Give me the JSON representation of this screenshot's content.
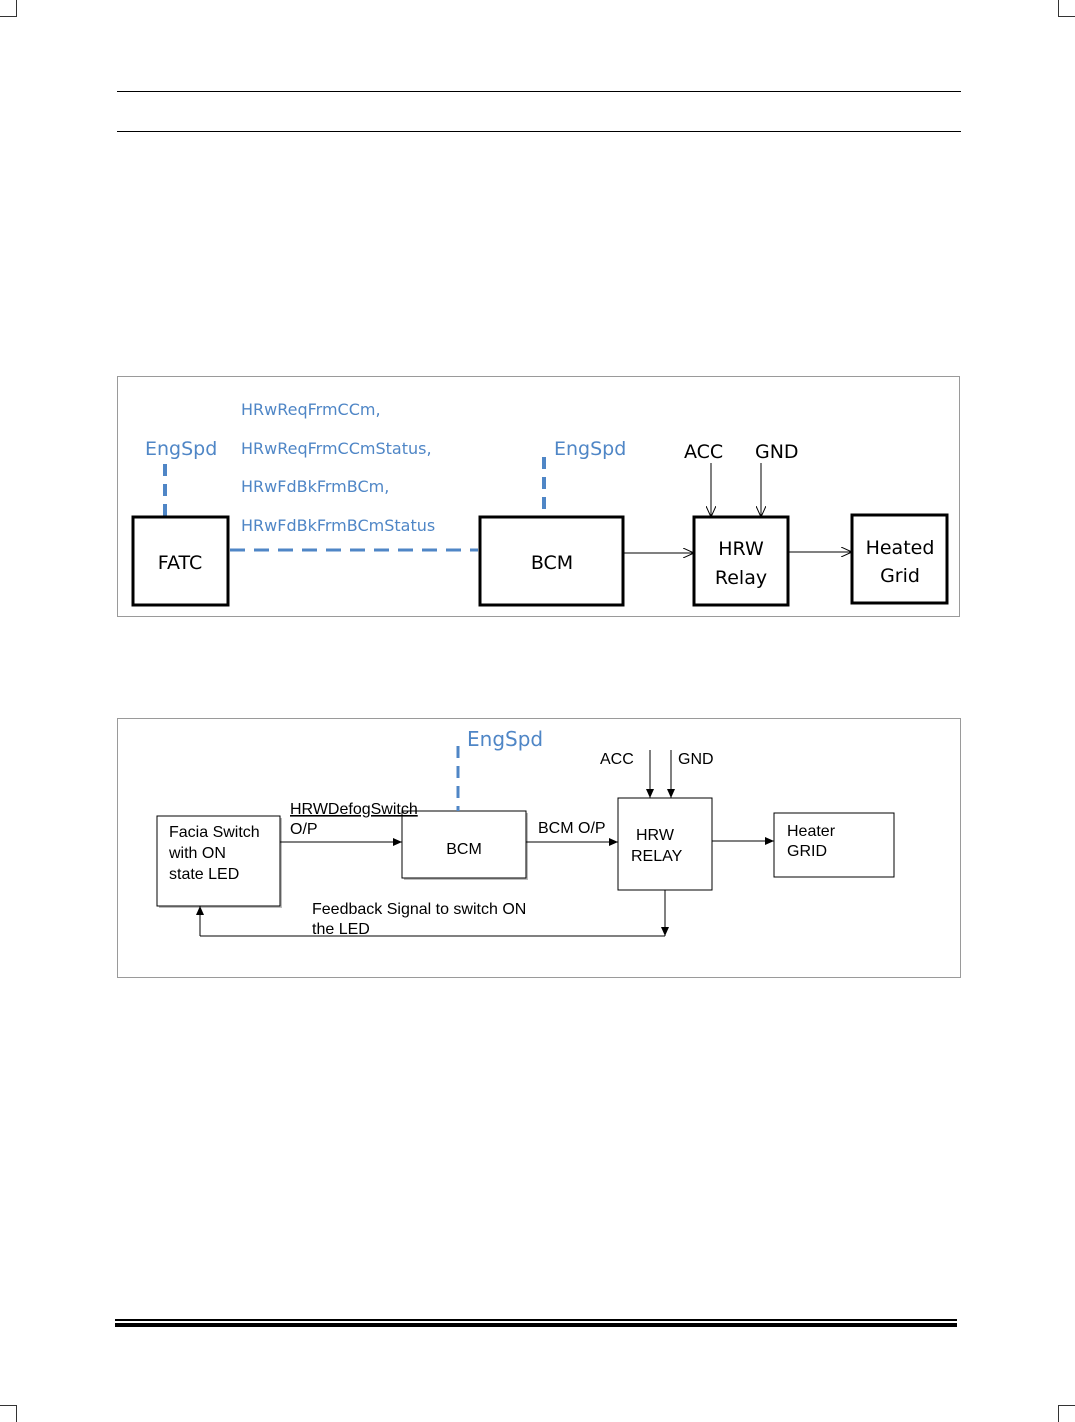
{
  "colors": {
    "signal_blue": "#4f86c6",
    "line": "#000000",
    "frame": "#9a9a9a"
  },
  "diagram1": {
    "nodes": {
      "fatc": "FATC",
      "bcm": "BCM",
      "hrw_relay_line1": "HRW",
      "hrw_relay_line2": "Relay",
      "heated_grid_line1": "Heated",
      "heated_grid_line2": "Grid"
    },
    "engspd_fatc": "EngSpd",
    "engspd_bcm": "EngSpd",
    "acc": "ACC",
    "gnd": "GND",
    "signals": [
      "HRwReqFrmCCm,",
      "HRwReqFrmCCmStatus,",
      "HRwFdBkFrmBCm,",
      "HRwFdBkFrmBCmStatus"
    ]
  },
  "diagram2": {
    "facia_line1": "Facia Switch",
    "facia_line2": "with ON",
    "facia_line3": "state LED",
    "bcm": "BCM",
    "relay_line1": "HRW",
    "relay_line2": "RELAY",
    "heater_line1": "Heater",
    "heater_line2": "GRID",
    "engspd": "EngSpd",
    "acc": "ACC",
    "gnd": "GND",
    "defog_line1": "HRWDefogSwitch",
    "defog_line2": "O/P",
    "bcm_op": "BCM O/P",
    "feedback_line1": "Feedback Signal to switch ON",
    "feedback_line2": "the LED"
  }
}
